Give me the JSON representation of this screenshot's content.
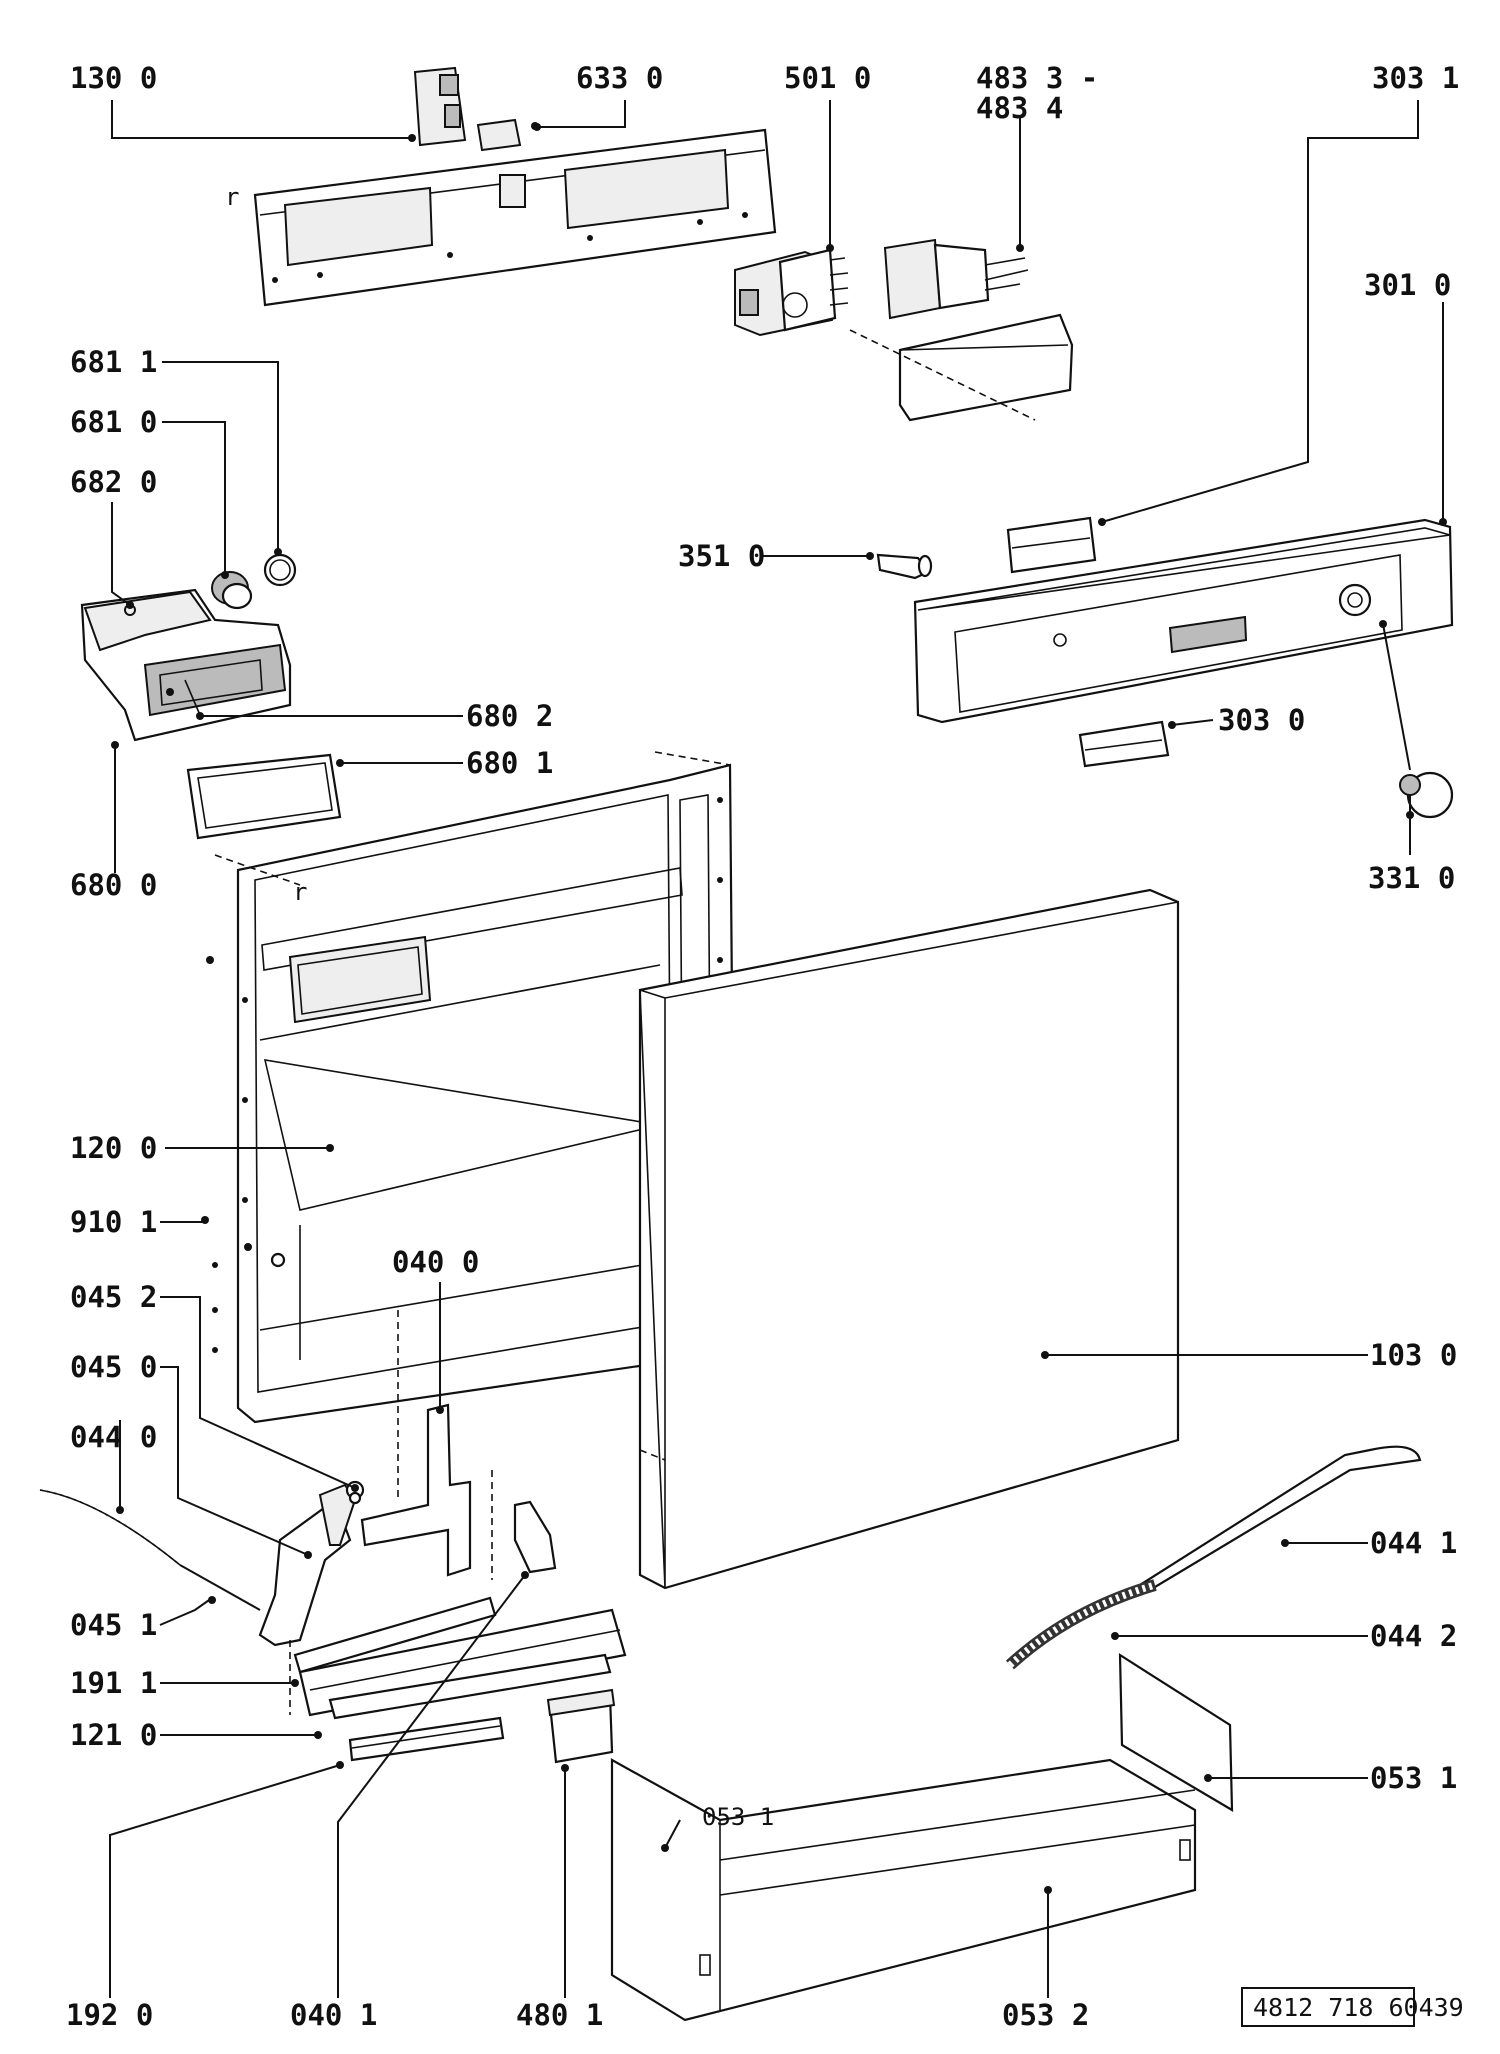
{
  "labels": {
    "l130_0": "130  0",
    "l633_0": "633  0",
    "l501_0": "501  0",
    "l483_3": "483  3 -",
    "l483_4": "483  4",
    "l303_1": "303  1",
    "l301_0": "301  0",
    "l681_1": "681  1",
    "l681_0": "681  0",
    "l682_0": "682  0",
    "l351_0": "351  0",
    "l680_2": "680  2",
    "l680_1": "680  1",
    "l303_0": "303  0",
    "l680_0": "680  0",
    "l331_0": "331  0",
    "l120_0": "120  0",
    "l910_1": "910  1",
    "l040_0": "040  0",
    "l045_2": "045  2",
    "l103_0": "103  0",
    "l045_0": "045  0",
    "l044_0": "044  0",
    "l044_1": "044  1",
    "l045_1": "045  1",
    "l044_2": "044  2",
    "l191_1": "191  1",
    "l121_0": "121  0",
    "l053_1_right": "053  1",
    "l053_1_inner": "053  1",
    "l192_0": "192  0",
    "l040_1": "040  1",
    "l480_1": "480  1",
    "l053_2": "053  2",
    "r_top": "r",
    "r_mid": "r"
  },
  "reference_number": "4812 718 60439"
}
